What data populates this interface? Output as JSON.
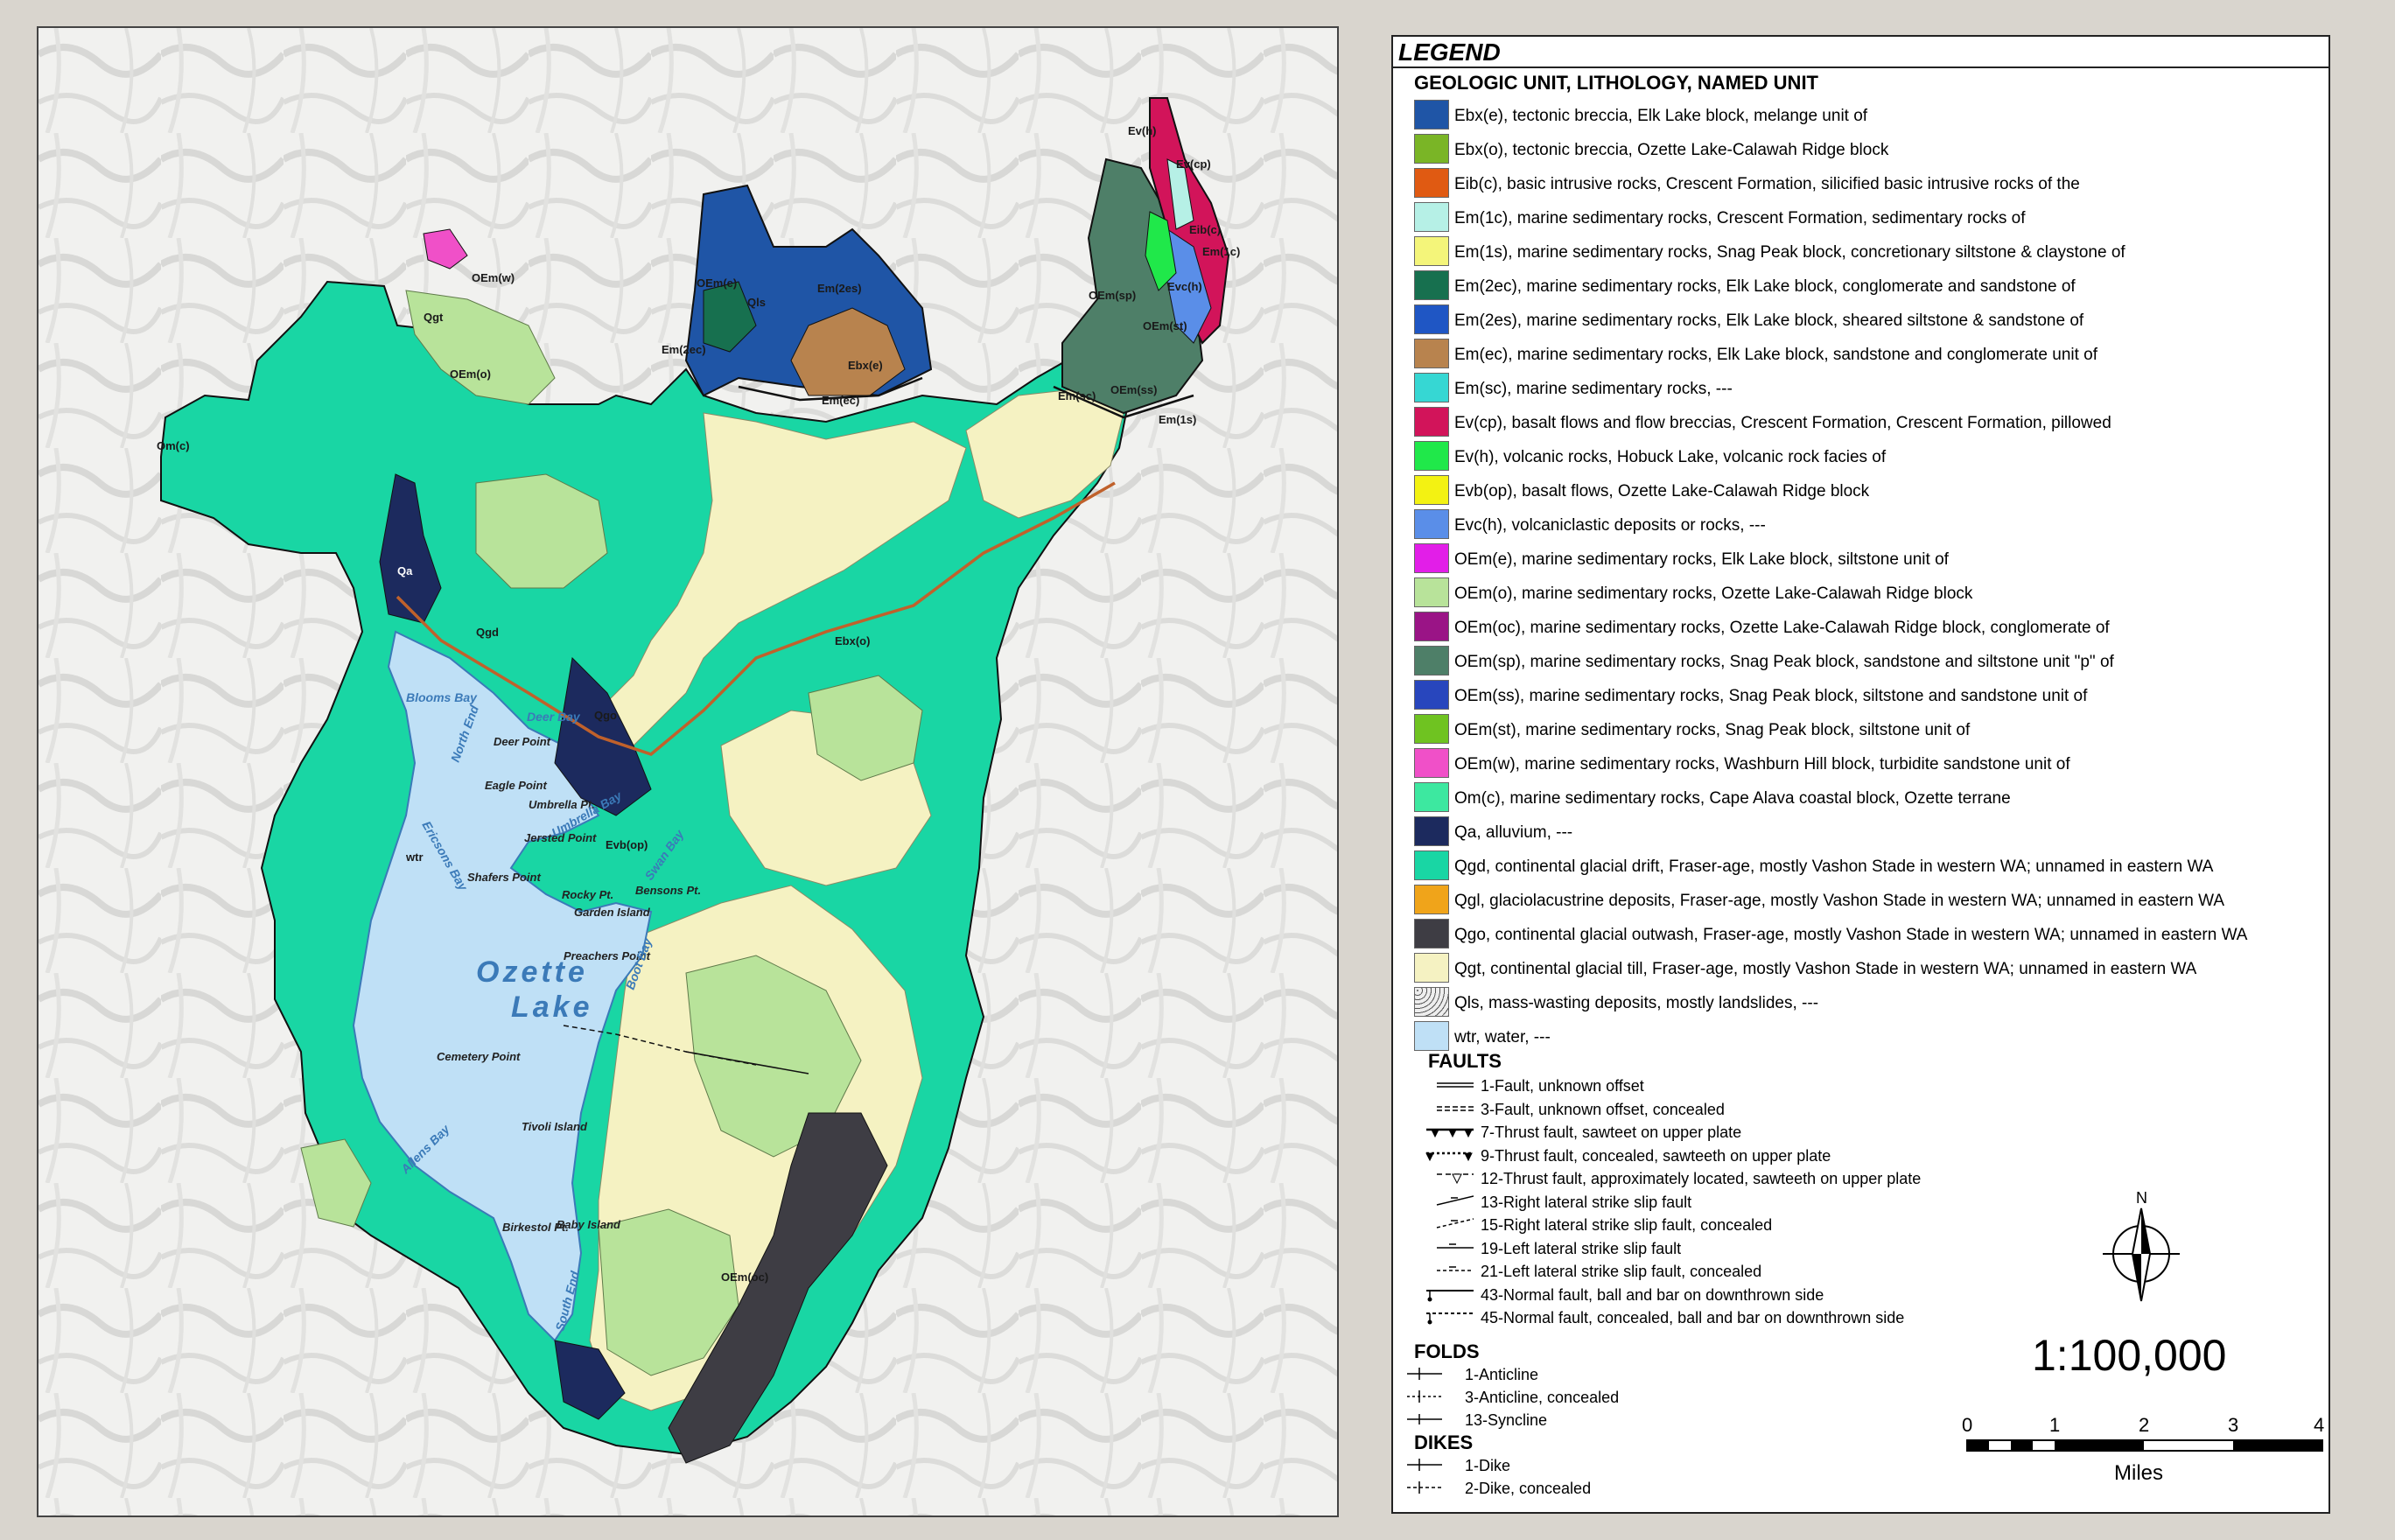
{
  "legend": {
    "title": "LEGEND",
    "subtitle": "GEOLOGIC UNIT, LITHOLOGY, NAMED UNIT",
    "units": [
      {
        "label": "Ebx(e), tectonic breccia, Elk Lake block, melange unit of",
        "color": "#1f55a6"
      },
      {
        "label": "Ebx(o), tectonic breccia, Ozette Lake-Calawah Ridge block",
        "color": "#7ab526"
      },
      {
        "label": "Eib(c), basic intrusive rocks, Crescent Formation, silicified basic intrusive rocks of the",
        "color": "#e05a12"
      },
      {
        "label": "Em(1c), marine sedimentary rocks, Crescent Formation, sedimentary rocks of",
        "color": "#b6f0e6"
      },
      {
        "label": "Em(1s), marine sedimentary rocks, Snag Peak block, concretionary siltstone & claystone of",
        "color": "#f4f57a"
      },
      {
        "label": "Em(2ec), marine sedimentary rocks, Elk Lake block, conglomerate and sandstone of",
        "color": "#17704f"
      },
      {
        "label": "Em(2es), marine sedimentary rocks, Elk Lake block, sheared siltstone & sandstone of",
        "color": "#1f56c4"
      },
      {
        "label": "Em(ec), marine sedimentary rocks, Elk Lake block, sandstone and conglomerate unit of",
        "color": "#b8834e"
      },
      {
        "label": "Em(sc), marine sedimentary rocks, ---",
        "color": "#36d7d3"
      },
      {
        "label": "Ev(cp), basalt flows and flow breccias, Crescent Formation, Crescent Formation, pillowed",
        "color": "#d2145a"
      },
      {
        "label": "Ev(h), volcanic rocks, Hobuck Lake, volcanic rock facies of",
        "color": "#20e84a"
      },
      {
        "label": "Evb(op), basalt flows, Ozette Lake-Calawah Ridge block",
        "color": "#f3f212"
      },
      {
        "label": "Evc(h), volcaniclastic deposits or rocks, ---",
        "color": "#5a8ee8"
      },
      {
        "label": "OEm(e), marine sedimentary rocks, Elk Lake block, siltstone unit of",
        "color": "#e21ee8"
      },
      {
        "label": "OEm(o), marine sedimentary rocks, Ozette Lake-Calawah Ridge block",
        "color": "#b8e39a"
      },
      {
        "label": "OEm(oc), marine sedimentary rocks, Ozette Lake-Calawah Ridge block, conglomerate of",
        "color": "#9a1486"
      },
      {
        "label": "OEm(sp), marine sedimentary rocks, Snag Peak block, sandstone and siltstone unit \"p\" of",
        "color": "#4e7f68"
      },
      {
        "label": "OEm(ss), marine sedimentary rocks, Snag Peak block, siltstone and sandstone unit of",
        "color": "#2846bd"
      },
      {
        "label": "OEm(st), marine sedimentary rocks, Snag Peak block, siltstone unit of",
        "color": "#6fc321"
      },
      {
        "label": "OEm(w), marine sedimentary rocks, Washburn Hill block, turbidite sandstone unit of",
        "color": "#f050c8"
      },
      {
        "label": "Om(c), marine sedimentary rocks, Cape Alava coastal block, Ozette terrane",
        "color": "#3de8a0"
      },
      {
        "label": "Qa, alluvium, ---",
        "color": "#1c2a5e"
      },
      {
        "label": "Qgd, continental glacial drift, Fraser-age, mostly Vashon Stade in western WA; unnamed in eastern WA",
        "color": "#19d6a4"
      },
      {
        "label": "Qgl, glaciolacustrine deposits, Fraser-age, mostly Vashon Stade in western WA; unnamed in eastern WA",
        "color": "#f0a41a"
      },
      {
        "label": "Qgo, continental glacial outwash, Fraser-age, mostly Vashon Stade in western WA; unnamed in eastern WA",
        "color": "#3e3d44"
      },
      {
        "label": "Qgt, continental glacial till, Fraser-age, mostly Vashon Stade in western WA; unnamed in eastern WA",
        "color": "#f5f2c2"
      },
      {
        "label": "Qls, mass-wasting deposits, mostly landslides, ---",
        "color": "#e8e8e8"
      },
      {
        "label": "wtr, water, ---",
        "color": "#bfe0f6"
      }
    ],
    "faults_heading": "FAULTS",
    "faults": [
      {
        "label": "1-Fault, unknown offset",
        "icon": "double-line-icon"
      },
      {
        "label": "3-Fault, unknown offset, concealed",
        "icon": "double-dashed-line-icon"
      },
      {
        "label": "7-Thrust fault, sawteet on upper plate",
        "icon": "thrust-teeth-icon"
      },
      {
        "label": "9-Thrust fault, concealed, sawteeth on upper plate",
        "icon": "thrust-teeth-dotted-icon"
      },
      {
        "label": "12-Thrust fault, approximately located, sawteeth on upper plate",
        "icon": "thrust-open-teeth-icon"
      },
      {
        "label": "13-Right lateral strike slip fault",
        "icon": "strike-slip-icon"
      },
      {
        "label": "15-Right lateral strike slip fault, concealed",
        "icon": "strike-slip-dotted-icon"
      },
      {
        "label": "19-Left lateral strike slip fault",
        "icon": "strike-slip-left-icon"
      },
      {
        "label": "21-Left lateral strike slip fault, concealed",
        "icon": "strike-slip-left-dotted-icon"
      },
      {
        "label": "43-Normal fault, ball and bar on downthrown side",
        "icon": "ball-bar-icon"
      },
      {
        "label": "45-Normal fault, concealed, ball and bar on downthrown side",
        "icon": "ball-bar-dotted-icon"
      }
    ],
    "folds_heading": "FOLDS",
    "folds": [
      {
        "label": "1-Anticline",
        "icon": "anticline-icon"
      },
      {
        "label": "3-Anticline, concealed",
        "icon": "anticline-dotted-icon"
      },
      {
        "label": "13-Syncline",
        "icon": "syncline-icon"
      }
    ],
    "dikes_heading": "DIKES",
    "dikes": [
      {
        "label": "1-Dike",
        "icon": "dike-icon"
      },
      {
        "label": "2-Dike, concealed",
        "icon": "dike-dotted-icon"
      }
    ],
    "north_label": "N",
    "scale_text": "1:100,000",
    "scale_ticks": [
      "0",
      "1",
      "2",
      "3",
      "4"
    ],
    "scale_unit": "Miles"
  },
  "map": {
    "lake_name_1": "Ozette",
    "lake_name_2": "Lake",
    "places": [
      "Deer Point",
      "Eagle Point",
      "Umbrella Pt.",
      "Jersted Point",
      "Shafers Point",
      "Rocky Pt.",
      "Garden Island",
      "Bensons Pt.",
      "Preachers Point",
      "Cemetery Point",
      "Tivoli Island",
      "Birkestol Pt.",
      "Baby Island"
    ],
    "bays": [
      "Blooms Bay",
      "North End",
      "Deer Bay",
      "Umbrella Bay",
      "Ericsons Bay",
      "Swan Bay",
      "Boot Bay",
      "Allens Bay",
      "South End"
    ],
    "unit_labels": [
      "OEm(o)",
      "Qgt",
      "Qgd",
      "Qa",
      "Qgo",
      "Ebx(o)",
      "Em(ec)",
      "OEm(w)",
      "Om(c)",
      "wtr",
      "Evb(op)",
      "Ev(h)",
      "Ev(cp)",
      "Em(1c)",
      "Eib(c)",
      "Em(1s)",
      "Evc(h)",
      "OEm(sp)",
      "OEm(st)",
      "OEm(ss)",
      "Em(sc)",
      "OEm(e)",
      "Em(2ec)",
      "Em(2es)",
      "Ebx(e)",
      "Qls",
      "OEm(oc)"
    ]
  }
}
